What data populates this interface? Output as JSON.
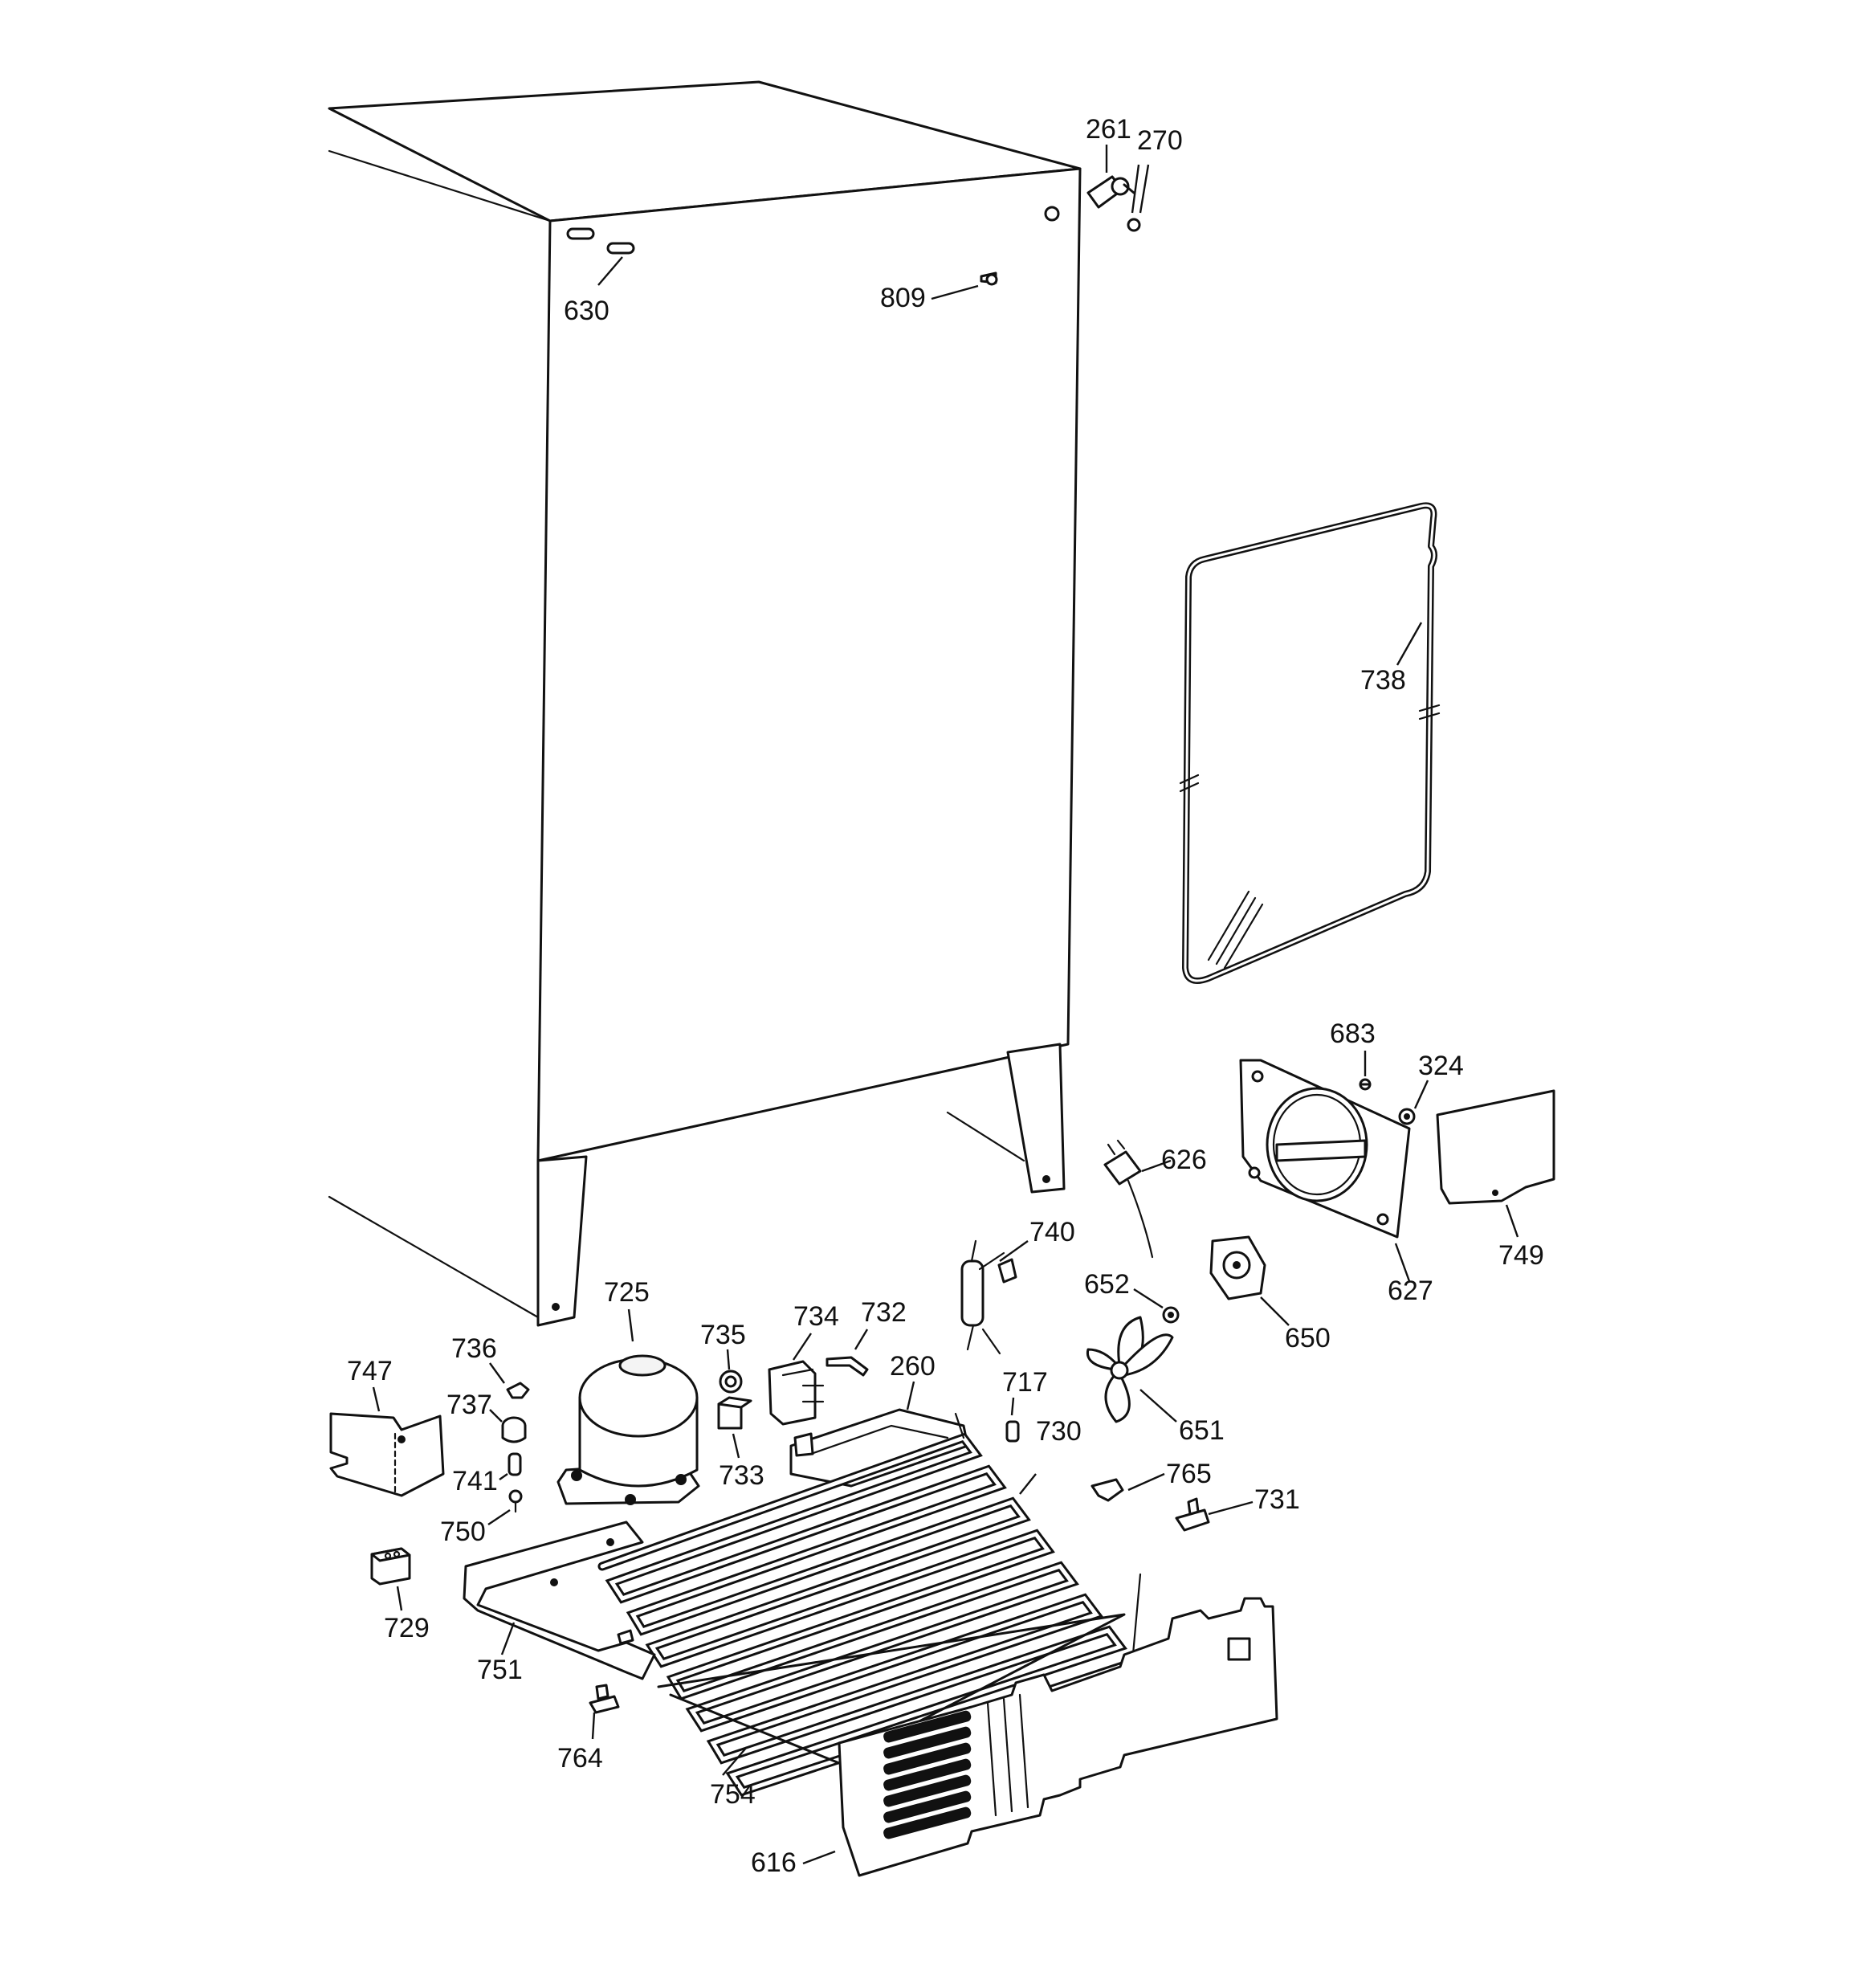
{
  "callouts": [
    {
      "id": "c261",
      "text": "261"
    },
    {
      "id": "c270",
      "text": "270"
    },
    {
      "id": "c630",
      "text": "630"
    },
    {
      "id": "c809",
      "text": "809"
    },
    {
      "id": "c738",
      "text": "738"
    },
    {
      "id": "c683",
      "text": "683"
    },
    {
      "id": "c324",
      "text": "324"
    },
    {
      "id": "c626",
      "text": "626"
    },
    {
      "id": "c740",
      "text": "740"
    },
    {
      "id": "c749",
      "text": "749"
    },
    {
      "id": "c627",
      "text": "627"
    },
    {
      "id": "c652",
      "text": "652"
    },
    {
      "id": "c650",
      "text": "650"
    },
    {
      "id": "c725",
      "text": "725"
    },
    {
      "id": "c734",
      "text": "734"
    },
    {
      "id": "c735",
      "text": "735"
    },
    {
      "id": "c732",
      "text": "732"
    },
    {
      "id": "c260",
      "text": "260"
    },
    {
      "id": "c717",
      "text": "717"
    },
    {
      "id": "c730",
      "text": "730"
    },
    {
      "id": "c651",
      "text": "651"
    },
    {
      "id": "c736",
      "text": "736"
    },
    {
      "id": "c747",
      "text": "747"
    },
    {
      "id": "c737",
      "text": "737"
    },
    {
      "id": "c733",
      "text": "733"
    },
    {
      "id": "c741",
      "text": "741"
    },
    {
      "id": "c765",
      "text": "765"
    },
    {
      "id": "c731",
      "text": "731"
    },
    {
      "id": "c750",
      "text": "750"
    },
    {
      "id": "c729",
      "text": "729"
    },
    {
      "id": "c751",
      "text": "751"
    },
    {
      "id": "c764",
      "text": "764"
    },
    {
      "id": "c754",
      "text": "754"
    },
    {
      "id": "c616",
      "text": "616"
    }
  ]
}
